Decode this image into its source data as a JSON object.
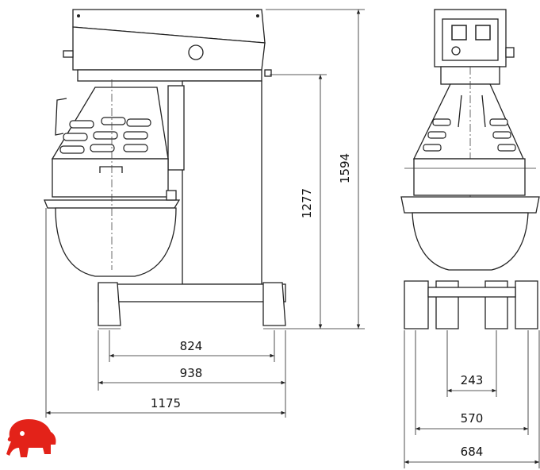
{
  "dimensions": {
    "front_depth_824": "824",
    "front_depth_938": "938",
    "front_depth_1175": "1175",
    "height_1277": "1277",
    "height_1594": "1594",
    "side_243": "243",
    "side_570": "570",
    "side_684": "684"
  },
  "colors": {
    "line": "#222222",
    "logo": "#e32219"
  },
  "icons": {
    "logo": "red-elephant-logo"
  }
}
